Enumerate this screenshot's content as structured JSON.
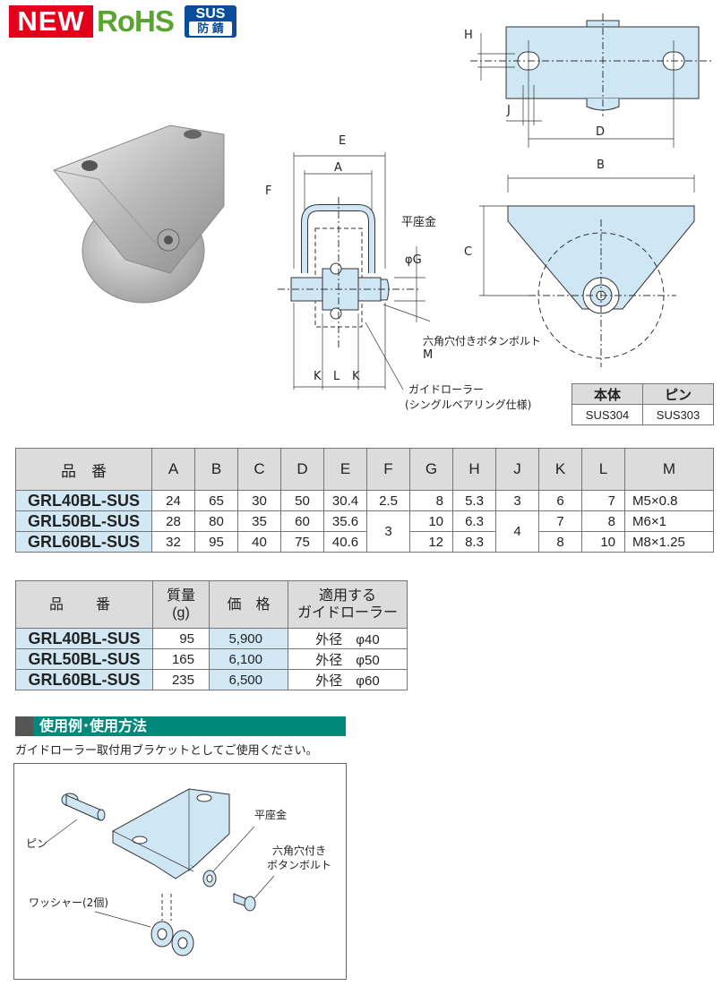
{
  "badges": {
    "new": "NEW",
    "rohs": "RoHS",
    "sus": "SUS",
    "sus_sub": "防 錆"
  },
  "drawing_labels": {
    "H": "H",
    "J": "J",
    "D": "D",
    "B": "B",
    "C": "C",
    "E": "E",
    "A": "A",
    "F": "F",
    "G": "φG",
    "K": "K",
    "L": "L",
    "M": "M",
    "washer": "平座金",
    "bolt": "六角穴付きボタンボルト",
    "roller1": "ガイドローラー",
    "roller2": "(シングルベアリング仕様)"
  },
  "material": {
    "headers": [
      "本体",
      "ピン"
    ],
    "values": [
      "SUS304",
      "SUS303"
    ]
  },
  "spec": {
    "headers": [
      "品　番",
      "A",
      "B",
      "C",
      "D",
      "E",
      "F",
      "G",
      "H",
      "J",
      "K",
      "L",
      "M"
    ],
    "rows": [
      [
        "GRL40BL-SUS",
        "24",
        "65",
        "30",
        "50",
        "30.4",
        "2.5",
        "8",
        "5.3",
        "3",
        "6",
        "7",
        "M5×0.8"
      ],
      [
        "GRL50BL-SUS",
        "28",
        "80",
        "35",
        "60",
        "35.6",
        "3",
        "10",
        "6.3",
        "4",
        "7",
        "8",
        "M6×1"
      ],
      [
        "GRL60BL-SUS",
        "32",
        "95",
        "40",
        "75",
        "40.6",
        "",
        "12",
        "8.3",
        "",
        "8",
        "10",
        "M8×1.25"
      ]
    ]
  },
  "price": {
    "h_pn": "品　番",
    "h_wt1": "質量",
    "h_wt2": "(g)",
    "h_pr": "価　格",
    "h_ap1": "適用する",
    "h_ap2": "ガイドローラー",
    "rows": [
      {
        "pn": "GRL40BL-SUS",
        "wt": "95",
        "pr": "5,900",
        "ap": "外径　φ40"
      },
      {
        "pn": "GRL50BL-SUS",
        "wt": "165",
        "pr": "6,100",
        "ap": "外径　φ50"
      },
      {
        "pn": "GRL60BL-SUS",
        "wt": "235",
        "pr": "6,500",
        "ap": "外径　φ60"
      }
    ]
  },
  "usage": {
    "title": "使用例･使用方法",
    "desc": "ガイドローラー取付用ブラケットとしてご使用ください。",
    "pin": "ピン",
    "washer": "平座金",
    "bolt1": "六角穴付き",
    "bolt2": "ボタンボルト",
    "washer2": "ワッシャー(2個)"
  },
  "colors": {
    "accent": "#00897b",
    "part_fill": "#cfe6f4",
    "header_gray": "#dcdcdc",
    "new_red": "#e4001b",
    "rohs_green": "#5aa531",
    "sus_blue": "#0a4d9c"
  }
}
